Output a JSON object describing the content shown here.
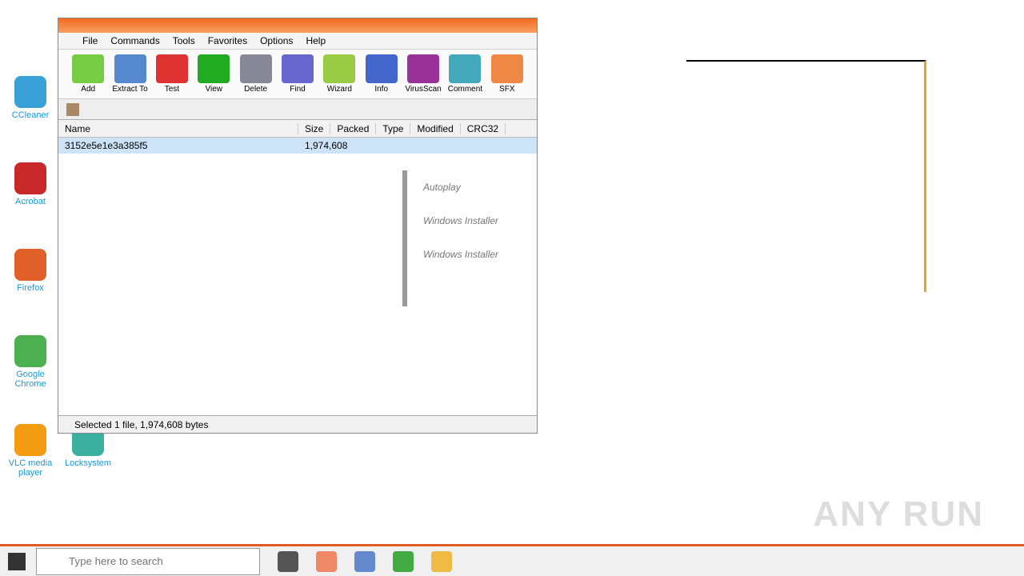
{
  "desktop": {
    "icons": [
      {
        "label": "CCleaner",
        "color": "#3aa0d8"
      },
      {
        "label": "Acrobat",
        "color": "#c8282a"
      },
      {
        "label": "Firefox",
        "color": "#e0602a"
      },
      {
        "label": "Google Chrome",
        "color": "#4caf50"
      },
      {
        "label": "VLC media player",
        "color": "#f39c12"
      },
      {
        "label": "Locksystem",
        "color": "#3cb0a0"
      }
    ]
  },
  "window": {
    "menu": [
      "File",
      "Commands",
      "Tools",
      "Favorites",
      "Options",
      "Help"
    ],
    "toolbar": [
      {
        "label": "Add",
        "color": "#7c4"
      },
      {
        "label": "Extract To",
        "color": "#58c"
      },
      {
        "label": "Test",
        "color": "#d33"
      },
      {
        "label": "View",
        "color": "#2a2"
      },
      {
        "label": "Delete",
        "color": "#889"
      },
      {
        "label": "Find",
        "color": "#66c"
      },
      {
        "label": "Wizard",
        "color": "#9c4"
      },
      {
        "label": "Info",
        "color": "#46c"
      },
      {
        "label": "VirusScan",
        "color": "#939"
      },
      {
        "label": "Comment",
        "color": "#4ab"
      },
      {
        "label": "SFX",
        "color": "#e84"
      }
    ],
    "columns": [
      "Name",
      "Size",
      "Packed",
      "Type",
      "Modified",
      "CRC32"
    ],
    "rows": [
      {
        "name": "3152e5e1e3a385f5",
        "size": "1,974,608"
      }
    ],
    "panel": {
      "items": [
        "Autoplay",
        "Windows Installer",
        "Windows Installer"
      ]
    },
    "status": "Selected 1 file, 1,974,608 bytes"
  },
  "taskbar": {
    "search_placeholder": "Type here to search"
  },
  "watermark": "ANY RUN"
}
